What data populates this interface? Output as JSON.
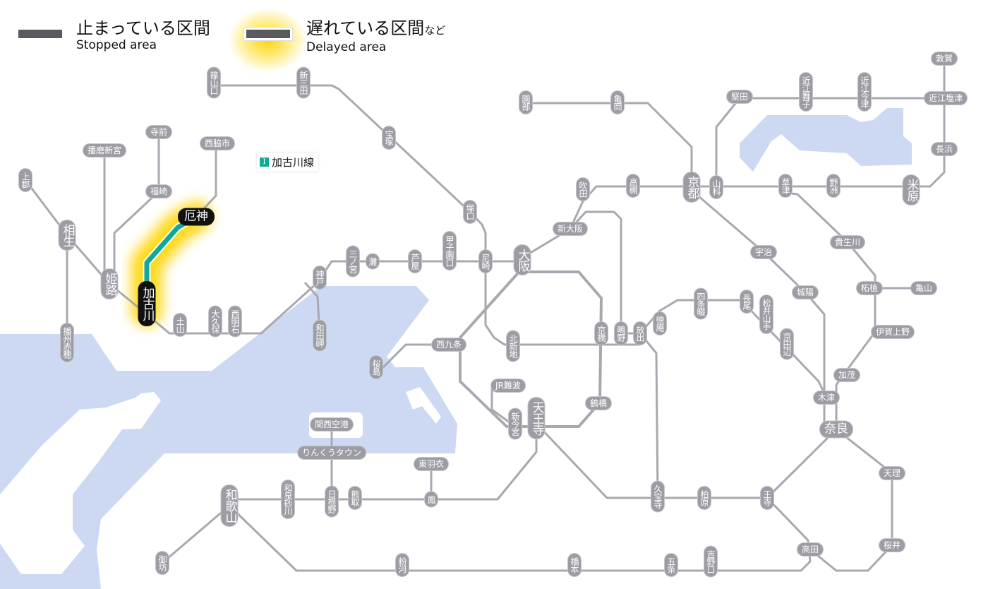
{
  "legend": {
    "stopped": {
      "jp": "止まっている区間",
      "en": "Stopped area"
    },
    "delayed": {
      "jp": "遅れている区間",
      "jp_suffix": "など",
      "en": "Delayed area"
    }
  },
  "affected_line": {
    "icon_letter": "I",
    "name": "加古川線",
    "color": "#12a896",
    "status": "delayed"
  },
  "colors": {
    "line": "#a8a8b0",
    "water": "#cdd9f2",
    "station": "#9c9ca4",
    "highlight_glow": "#ffd400"
  },
  "stations": [
    {
      "name": "篠山口"
    },
    {
      "name": "新三田"
    },
    {
      "name": "宝塚"
    },
    {
      "name": "塚口"
    },
    {
      "name": "園部"
    },
    {
      "name": "亀岡"
    },
    {
      "name": "吹田"
    },
    {
      "name": "高槻"
    },
    {
      "name": "京都"
    },
    {
      "name": "山科"
    },
    {
      "name": "堅田"
    },
    {
      "name": "近江舞子"
    },
    {
      "name": "近江今津"
    },
    {
      "name": "敦賀"
    },
    {
      "name": "近江塩津"
    },
    {
      "name": "長浜"
    },
    {
      "name": "米原"
    },
    {
      "name": "草津"
    },
    {
      "name": "野洲"
    },
    {
      "name": "播磨新宮"
    },
    {
      "name": "寺前"
    },
    {
      "name": "西脇市"
    },
    {
      "name": "上郡"
    },
    {
      "name": "福崎"
    },
    {
      "name": "相生"
    },
    {
      "name": "姫路"
    },
    {
      "name": "加古川"
    },
    {
      "name": "厄神"
    },
    {
      "name": "播州赤穂"
    },
    {
      "name": "土山"
    },
    {
      "name": "大久保"
    },
    {
      "name": "西明石"
    },
    {
      "name": "神戸"
    },
    {
      "name": "和田岬"
    },
    {
      "name": "三ノ宮"
    },
    {
      "name": "灘"
    },
    {
      "name": "芦屋"
    },
    {
      "name": "甲子園口"
    },
    {
      "name": "尼崎"
    },
    {
      "name": "大阪"
    },
    {
      "name": "新大阪"
    },
    {
      "name": "西九条"
    },
    {
      "name": "桜島"
    },
    {
      "name": "北新地"
    },
    {
      "name": "京橋"
    },
    {
      "name": "鴫野"
    },
    {
      "name": "放出"
    },
    {
      "name": "徳庵"
    },
    {
      "name": "四条畷"
    },
    {
      "name": "長尾"
    },
    {
      "name": "松井山手"
    },
    {
      "name": "京田辺"
    },
    {
      "name": "宇治"
    },
    {
      "name": "城陽"
    },
    {
      "name": "貴生川"
    },
    {
      "name": "柘植"
    },
    {
      "name": "亀山"
    },
    {
      "name": "伊賀上野"
    },
    {
      "name": "加茂"
    },
    {
      "name": "木津"
    },
    {
      "name": "奈良"
    },
    {
      "name": "JR難波"
    },
    {
      "name": "新今宮"
    },
    {
      "name": "天王寺"
    },
    {
      "name": "鶴橋"
    },
    {
      "name": "関西空港"
    },
    {
      "name": "りんくうタウン"
    },
    {
      "name": "東羽衣"
    },
    {
      "name": "鳳"
    },
    {
      "name": "和歌山"
    },
    {
      "name": "和泉砂川"
    },
    {
      "name": "日根野"
    },
    {
      "name": "熊取"
    },
    {
      "name": "御坊"
    },
    {
      "name": "粉河"
    },
    {
      "name": "橋本"
    },
    {
      "name": "五条"
    },
    {
      "name": "吉野口"
    },
    {
      "name": "高田"
    },
    {
      "name": "桜井"
    },
    {
      "name": "天理"
    },
    {
      "name": "王寺"
    },
    {
      "name": "柏原"
    },
    {
      "name": "久宝寺"
    }
  ]
}
